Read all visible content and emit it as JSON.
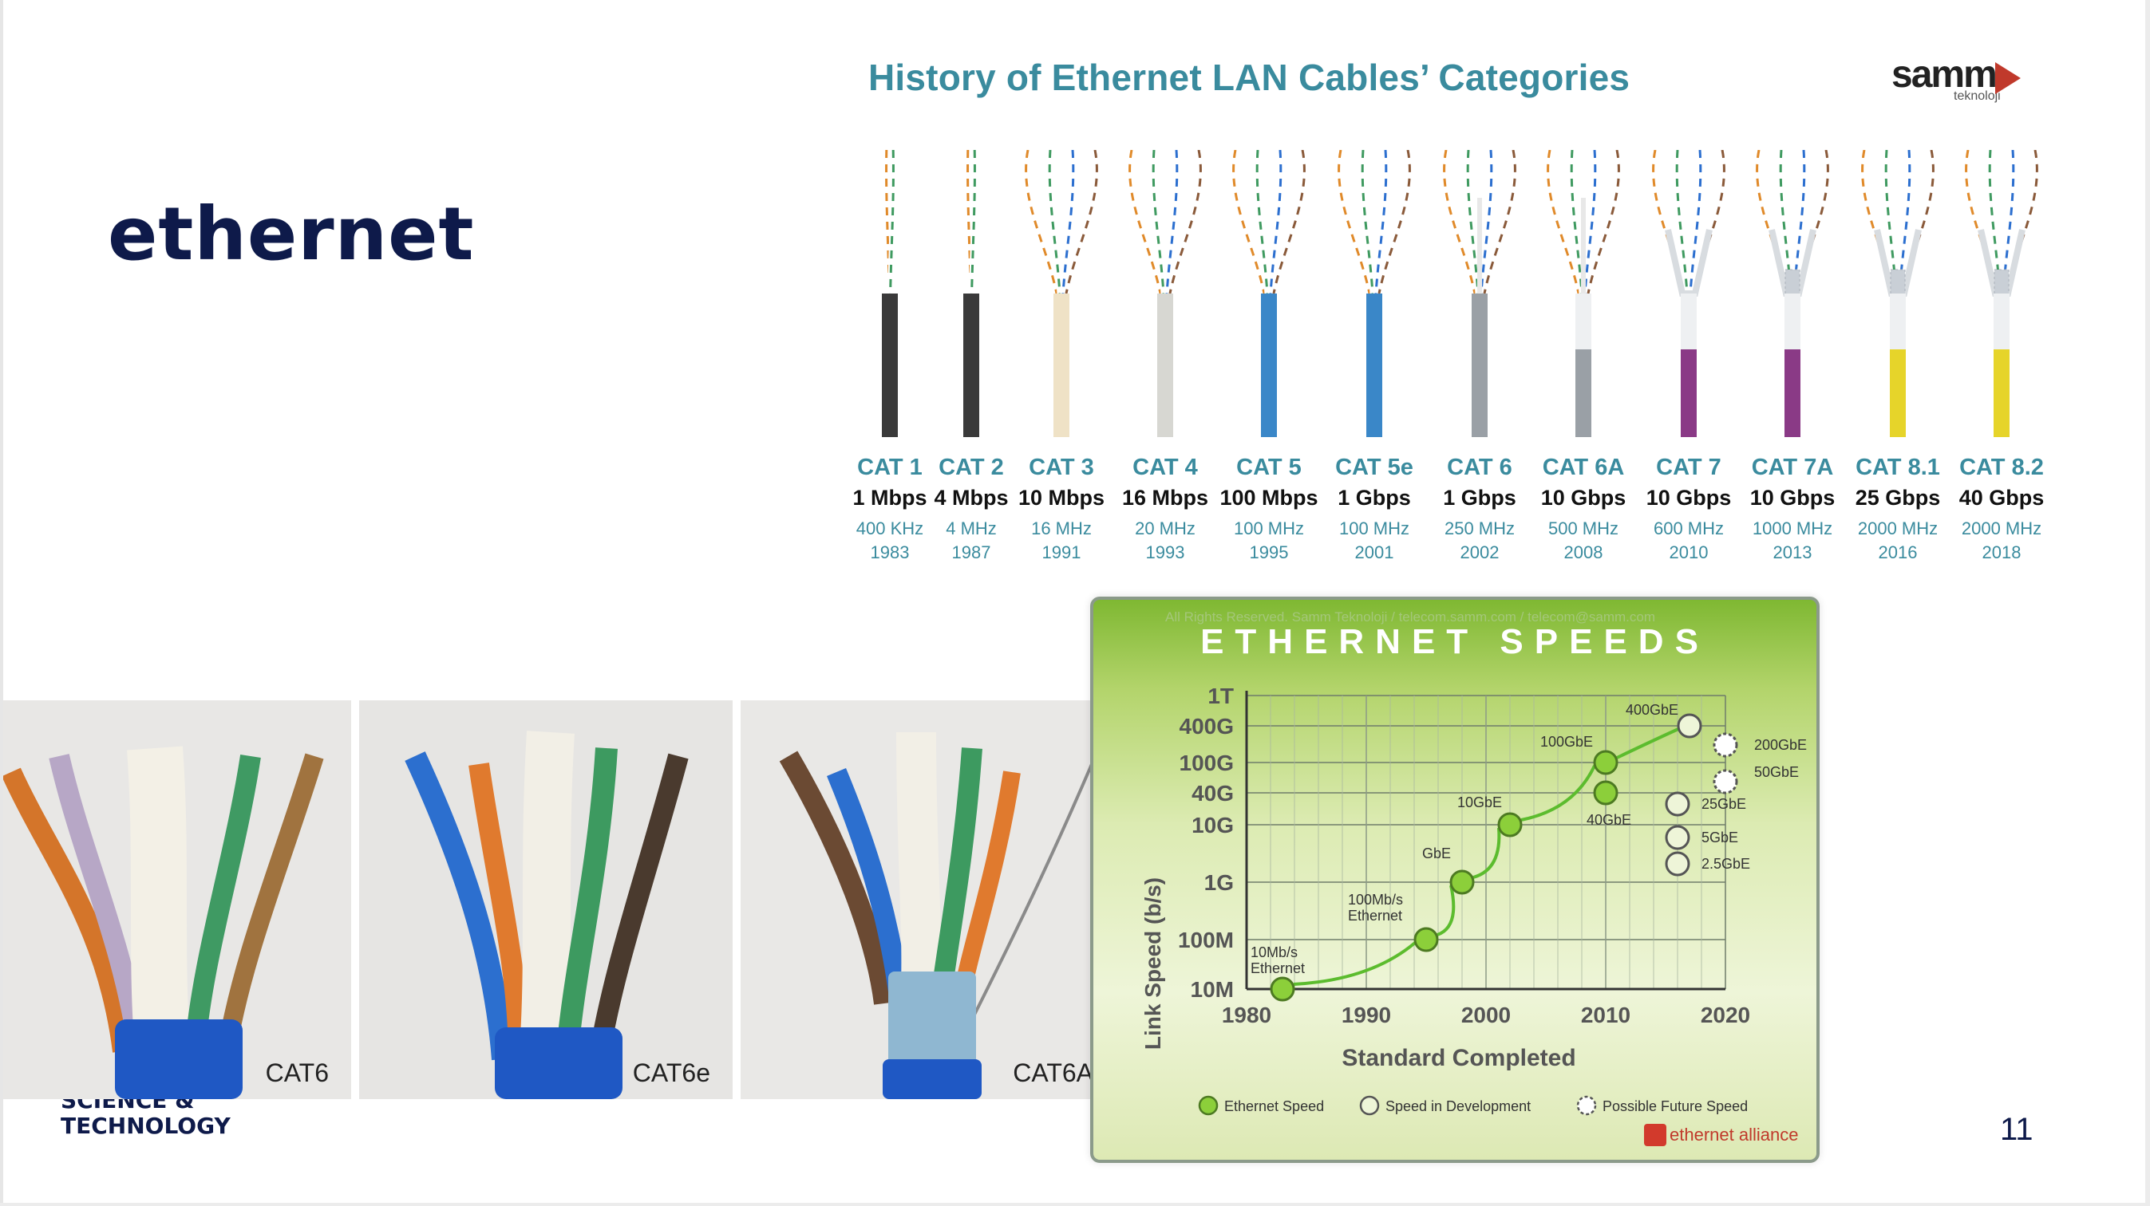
{
  "slide": {
    "title": "ethernet",
    "school": [
      "SCIENCE &",
      "TECHNOLOGY"
    ],
    "page_number": "11"
  },
  "infographic": {
    "title": "History of Ethernet LAN Cables’ Categories",
    "logo_text": "samm",
    "logo_sub": "teknoloji",
    "categories": [
      {
        "name": "CAT 1",
        "speed": "1 Mbps",
        "freq": "400 KHz",
        "year": "1983",
        "jacket": "#3a3a3a"
      },
      {
        "name": "CAT 2",
        "speed": "4 Mbps",
        "freq": "4 MHz",
        "year": "1987",
        "jacket": "#3a3a3a"
      },
      {
        "name": "CAT 3",
        "speed": "10 Mbps",
        "freq": "16 MHz",
        "year": "1991",
        "jacket": "#efe2c6"
      },
      {
        "name": "CAT 4",
        "speed": "16 Mbps",
        "freq": "20 MHz",
        "year": "1993",
        "jacket": "#d7d7d2"
      },
      {
        "name": "CAT 5",
        "speed": "100 Mbps",
        "freq": "100 MHz",
        "year": "1995",
        "jacket": "#3a87c8"
      },
      {
        "name": "CAT 5e",
        "speed": "1 Gbps",
        "freq": "100 MHz",
        "year": "2001",
        "jacket": "#3a87c8"
      },
      {
        "name": "CAT 6",
        "speed": "1 Gbps",
        "freq": "250 MHz",
        "year": "2002",
        "jacket": "#9aa0a6"
      },
      {
        "name": "CAT 6A",
        "speed": "10 Gbps",
        "freq": "500 MHz",
        "year": "2008",
        "jacket": "#9aa0a6"
      },
      {
        "name": "CAT 7",
        "speed": "10 Gbps",
        "freq": "600 MHz",
        "year": "2010",
        "jacket": "#8a3a86"
      },
      {
        "name": "CAT 7A",
        "speed": "10 Gbps",
        "freq": "1000 MHz",
        "year": "2013",
        "jacket": "#8a3a86"
      },
      {
        "name": "CAT 8.1",
        "speed": "25 Gbps",
        "freq": "2000 MHz",
        "year": "2016",
        "jacket": "#e6d42a"
      },
      {
        "name": "CAT 8.2",
        "speed": "40 Gbps",
        "freq": "2000 MHz",
        "year": "2018",
        "jacket": "#e6d42a"
      }
    ]
  },
  "photos": [
    {
      "caption": "CAT6"
    },
    {
      "caption": "CAT6e"
    },
    {
      "caption": "CAT6A"
    }
  ],
  "speeds_chart": {
    "watermark": "All Rights Reserved. Samm Teknoloji / telecom.samm.com / telecom@samm.com",
    "title": "ETHERNET SPEEDS",
    "chart_data": {
      "type": "scatter",
      "title": "ETHERNET SPEEDS",
      "xlabel": "Standard Completed",
      "ylabel": "Link Speed (b/s)",
      "xlim": [
        1980,
        2020
      ],
      "x_ticks": [
        "1980",
        "1990",
        "2000",
        "2010",
        "2020"
      ],
      "y_ticks": [
        "10M",
        "100M",
        "1G",
        "10G",
        "40G",
        "100G",
        "400G",
        "1T"
      ],
      "series": [
        {
          "name": "Ethernet Speed",
          "points": [
            {
              "label": "10Mb/s Ethernet",
              "x": 1983,
              "y": "10M"
            },
            {
              "label": "100Mb/s Ethernet",
              "x": 1995,
              "y": "100M"
            },
            {
              "label": "GbE",
              "x": 1998,
              "y": "1G"
            },
            {
              "label": "10GbE",
              "x": 2002,
              "y": "10G"
            },
            {
              "label": "100GbE",
              "x": 2010,
              "y": "100G"
            },
            {
              "label": "40GbE",
              "x": 2010,
              "y": "40G"
            }
          ]
        },
        {
          "name": "Speed in Development",
          "points": [
            {
              "label": "400GbE",
              "x": 2017,
              "y": "400G"
            },
            {
              "label": "25GbE",
              "x": 2016,
              "y": "25G"
            },
            {
              "label": "5GbE",
              "x": 2016,
              "y": "5G"
            },
            {
              "label": "2.5GbE",
              "x": 2016,
              "y": "2.5G"
            }
          ]
        },
        {
          "name": "Possible Future Speed",
          "points": [
            {
              "label": "200GbE",
              "x": 2020,
              "y": "200G"
            },
            {
              "label": "50GbE",
              "x": 2020,
              "y": "50G"
            }
          ]
        }
      ],
      "legend": [
        "Ethernet Speed",
        "Speed in Development",
        "Possible Future Speed"
      ],
      "legend_position": "bottom"
    },
    "brand": "ethernet alliance"
  }
}
